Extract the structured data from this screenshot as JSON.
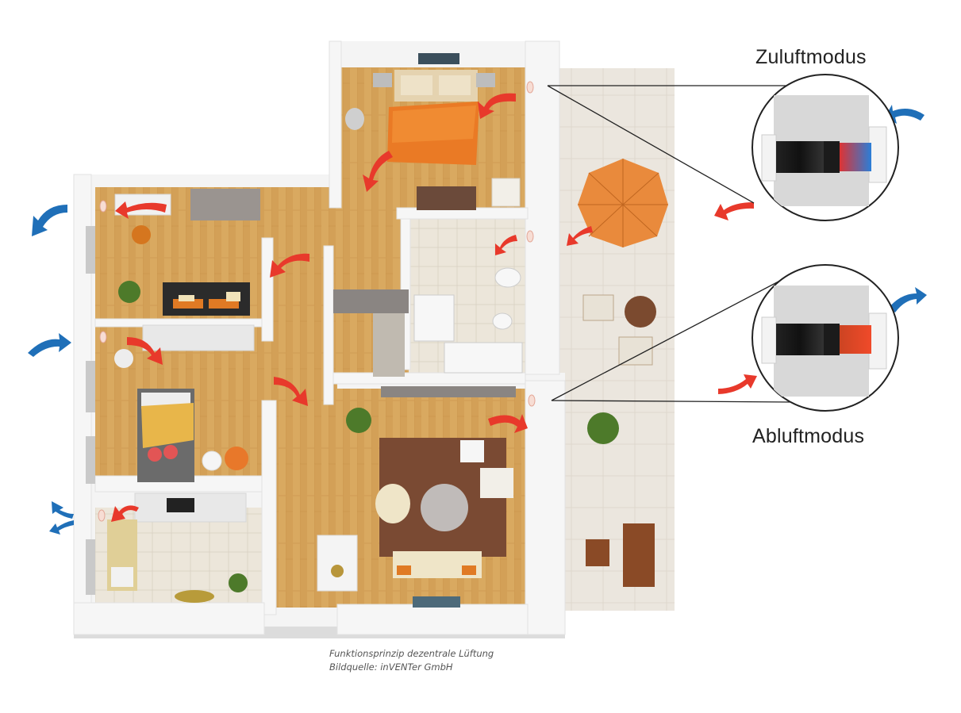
{
  "labels": {
    "supply_mode": "Zuluftmodus",
    "exhaust_mode": "Abluftmodus"
  },
  "caption": {
    "line1": "Funktionsprinzip dezentrale Lüftung",
    "line2": "Bildquelle: inVENTer GmbH"
  },
  "colors": {
    "supply_arrow": "#e8392b",
    "outdoor_arrow": "#1f6fb8",
    "floor_wood": "#d9a960",
    "wall": "#f2f2f2",
    "terrace": "#e9e4dc",
    "tile": "#ece6da",
    "carpet": "#7a4a33",
    "umbrella": "#e98a3c",
    "duvet": "#ea7a25"
  },
  "icons": [
    "fan-unit-icon",
    "airflow-arrow-icon",
    "umbrella-icon",
    "plant-icon",
    "bed-icon",
    "sofa-icon"
  ]
}
